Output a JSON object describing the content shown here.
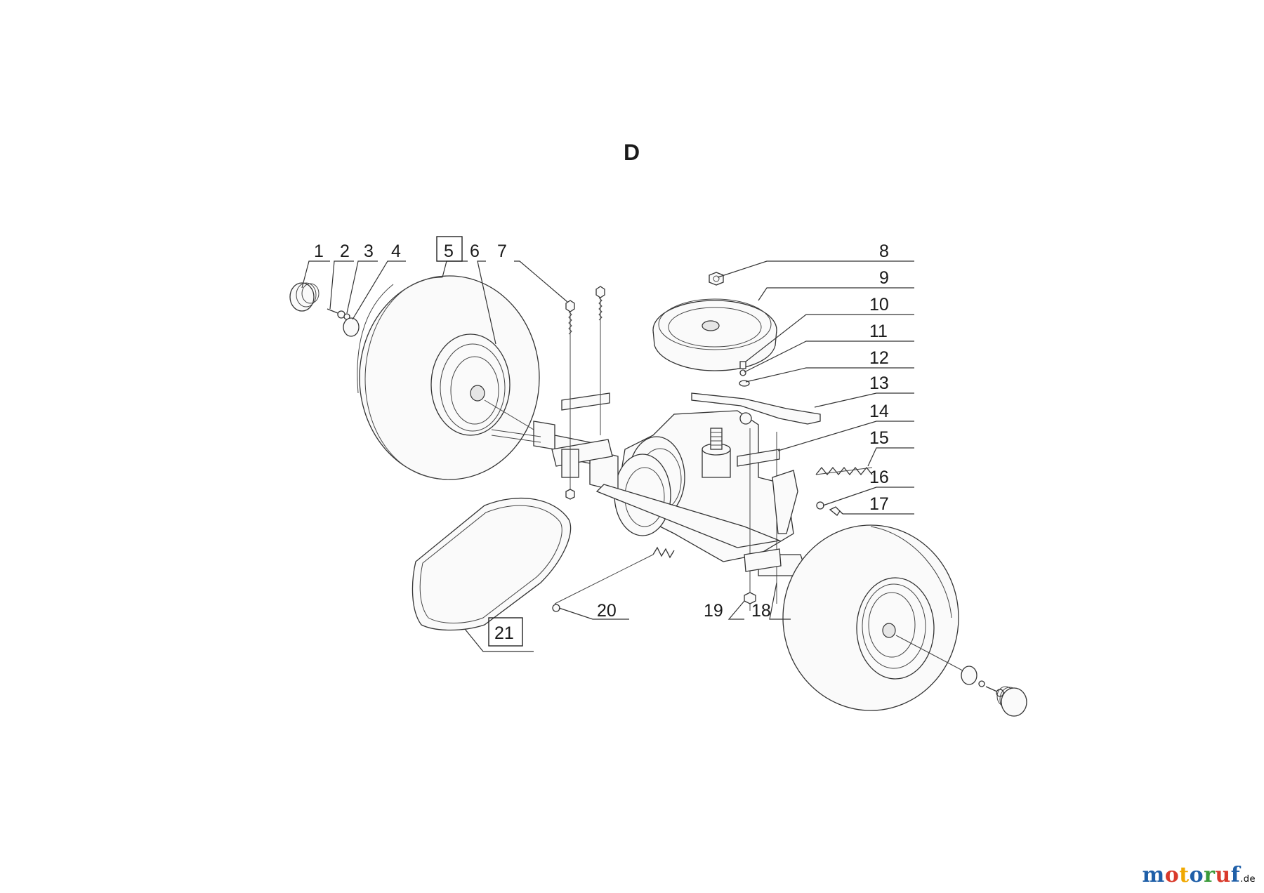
{
  "section_letter": "D",
  "callouts": [
    "1",
    "2",
    "3",
    "4",
    "5",
    "6",
    "7",
    "8",
    "9",
    "10",
    "11",
    "12",
    "13",
    "14",
    "15",
    "16",
    "17",
    "18",
    "19",
    "20",
    "21"
  ],
  "boxed_callouts": [
    "5",
    "21"
  ],
  "brand": {
    "letters": [
      "m",
      "o",
      "t",
      "o",
      "r",
      "u",
      "f"
    ],
    "letter_colors": [
      "#1f5fa8",
      "#d93a2b",
      "#f0a800",
      "#1f5fa8",
      "#3a9a3a",
      "#d93a2b",
      "#1f5fa8"
    ],
    "suffix": ".de"
  }
}
